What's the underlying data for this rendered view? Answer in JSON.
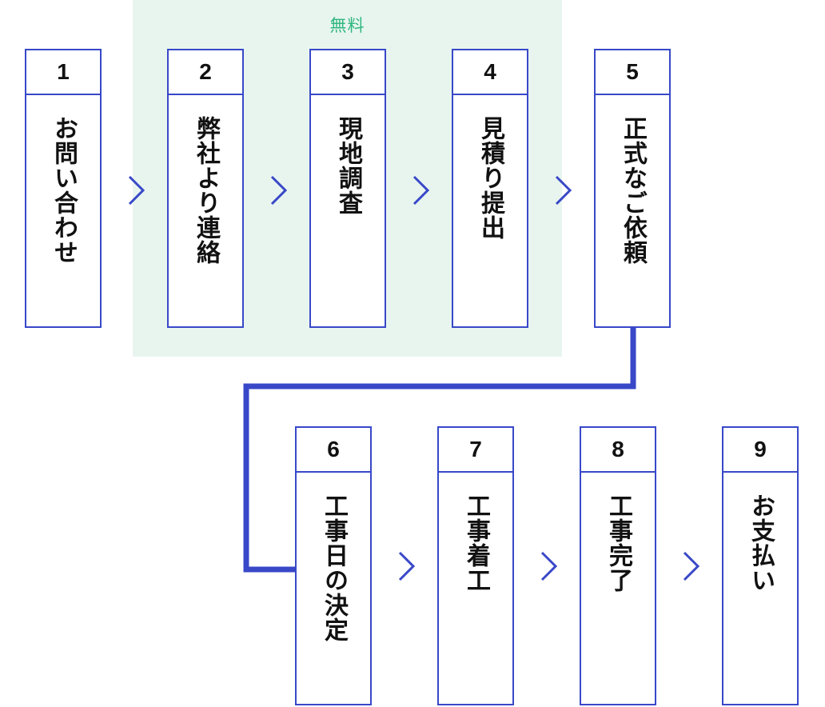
{
  "free_label": "無料",
  "steps": [
    {
      "num": "1",
      "label": "お問い合わせ"
    },
    {
      "num": "2",
      "label": "弊社より連絡"
    },
    {
      "num": "3",
      "label": "現地調査"
    },
    {
      "num": "4",
      "label": "見積り提出"
    },
    {
      "num": "5",
      "label": "正式なご依頼"
    },
    {
      "num": "6",
      "label": "工事日の決定"
    },
    {
      "num": "7",
      "label": "工事着工"
    },
    {
      "num": "8",
      "label": "工事完了"
    },
    {
      "num": "9",
      "label": "お支払い"
    }
  ],
  "colors": {
    "border": "#3848c8",
    "free_bg": "#e8f5ef",
    "free_text": "#2fb77f"
  },
  "icons": [
    "chevron-right-icon"
  ]
}
